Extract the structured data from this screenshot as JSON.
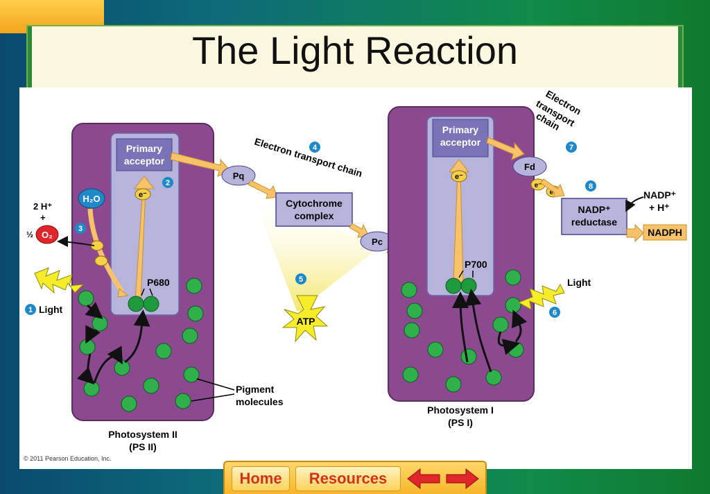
{
  "slide": {
    "title": "The Light Reaction",
    "copyright": "© 2011 Pearson Education, Inc."
  },
  "nav": {
    "home_label": "Home",
    "resources_label": "Resources",
    "back_icon": "left-arrow-icon",
    "forward_icon": "right-arrow-icon"
  },
  "diagram": {
    "psii": {
      "label_line1": "Photosystem II",
      "label_line2": "(PS II)",
      "primary_acceptor_line1": "Primary",
      "primary_acceptor_line2": "acceptor",
      "reaction_center": "P680"
    },
    "psi": {
      "label_line1": "Photosystem I",
      "label_line2": "(PS I)",
      "primary_acceptor_line1": "Primary",
      "primary_acceptor_line2": "acceptor",
      "reaction_center": "P700"
    },
    "carriers": {
      "pq": "Pq",
      "pc": "Pc",
      "fd": "Fd",
      "cytochrome_line1": "Cytochrome",
      "cytochrome_line2": "complex",
      "nadp_reductase_line1": "NADP⁺",
      "nadp_reductase_line2": "reductase",
      "nadph": "NADPH",
      "atp": "ATP"
    },
    "labels": {
      "etc_middle": "Electron transport chain",
      "etc_right_line1": "Electron",
      "etc_right_line2": "transport",
      "etc_right_line3": "chain",
      "light_left": "Light",
      "light_right": "Light",
      "water": "H₂O",
      "protons": "2 H⁺",
      "plus": "+",
      "half": "½",
      "oxygen": "O₂",
      "nadp_in_line1": "NADP⁺",
      "nadp_in_line2": "+ H⁺",
      "pigment_line1": "Pigment",
      "pigment_line2": "molecules",
      "electron": "e⁻"
    },
    "steps": [
      "1",
      "2",
      "3",
      "4",
      "5",
      "6",
      "7",
      "8"
    ],
    "colors": {
      "photosystem": "#8b4a8f",
      "inner_box": "#b7b4dc",
      "acceptor_box": "#7a73b8",
      "carrier": "#b7b4dc",
      "step_badge": "#1f88c8",
      "pigment": "#2fb04a",
      "arrow_fill": "#f7c26a",
      "atp_star": "#f7ec2a",
      "oxygen": "#e0262a",
      "water": "#1f88c8"
    }
  }
}
